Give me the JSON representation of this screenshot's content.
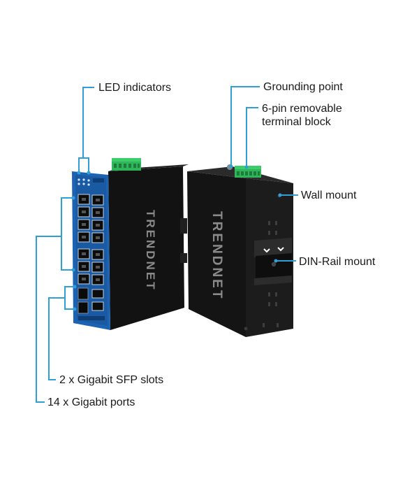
{
  "colors": {
    "callout_line": "#2f9fd6",
    "case": "#141414",
    "case_edge": "#2a2a2a",
    "front_panel": "#1d63b3",
    "terminal_block": "#2fb55a"
  },
  "product": {
    "brand_text": "TRENDNET"
  },
  "callouts": {
    "led_indicators": "LED indicators",
    "grounding_point": "Grounding point",
    "terminal_block": "6-pin removable terminal block",
    "wall_mount": "Wall mount",
    "din_rail_mount": "DIN-Rail mount",
    "sfp_slots": "2 x Gigabit SFP slots",
    "gigabit_ports": "14 x Gigabit ports"
  }
}
